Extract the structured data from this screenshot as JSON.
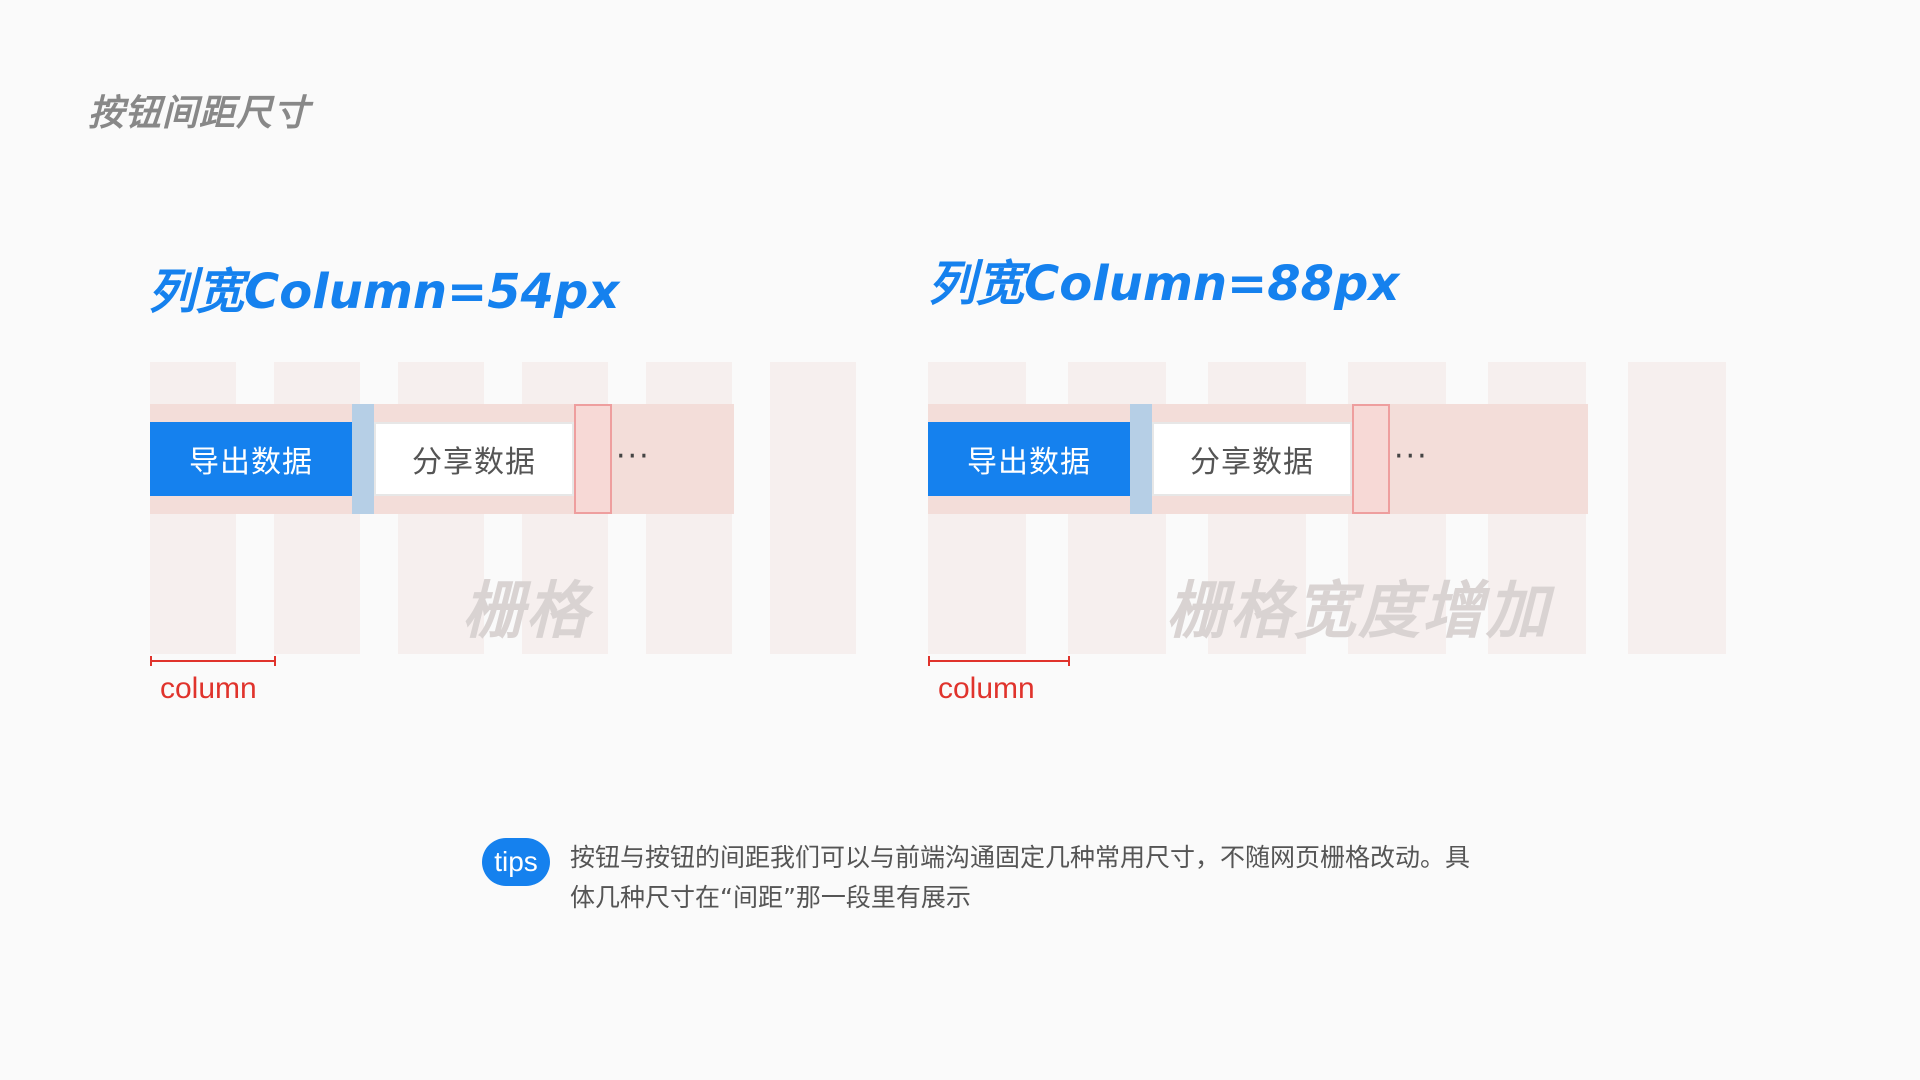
{
  "page": {
    "title": "按钮间距尺寸"
  },
  "panels": [
    {
      "heading": "列宽Column=54px",
      "buttons": {
        "primary": "导出数据",
        "secondary": "分享数据",
        "more": "···"
      },
      "watermark": "栅格",
      "measure_label": "column"
    },
    {
      "heading": "列宽Column=88px",
      "buttons": {
        "primary": "导出数据",
        "secondary": "分享数据",
        "more": "···"
      },
      "watermark": "栅格宽度增加",
      "measure_label": "column"
    }
  ],
  "tips": {
    "badge": "tips",
    "text": "按钮与按钮的间距我们可以与前端沟通固定几种常用尺寸，不随网页栅格改动。具体几种尺寸在“间距”那一段里有展示"
  },
  "colors": {
    "accent": "#1581ee",
    "grid_column": "#f6efee",
    "row_band": "#f3ddd9",
    "gap_blue": "#b6cfe6",
    "gap_red": "#ee9e9e",
    "measure_red": "#e0332c"
  }
}
